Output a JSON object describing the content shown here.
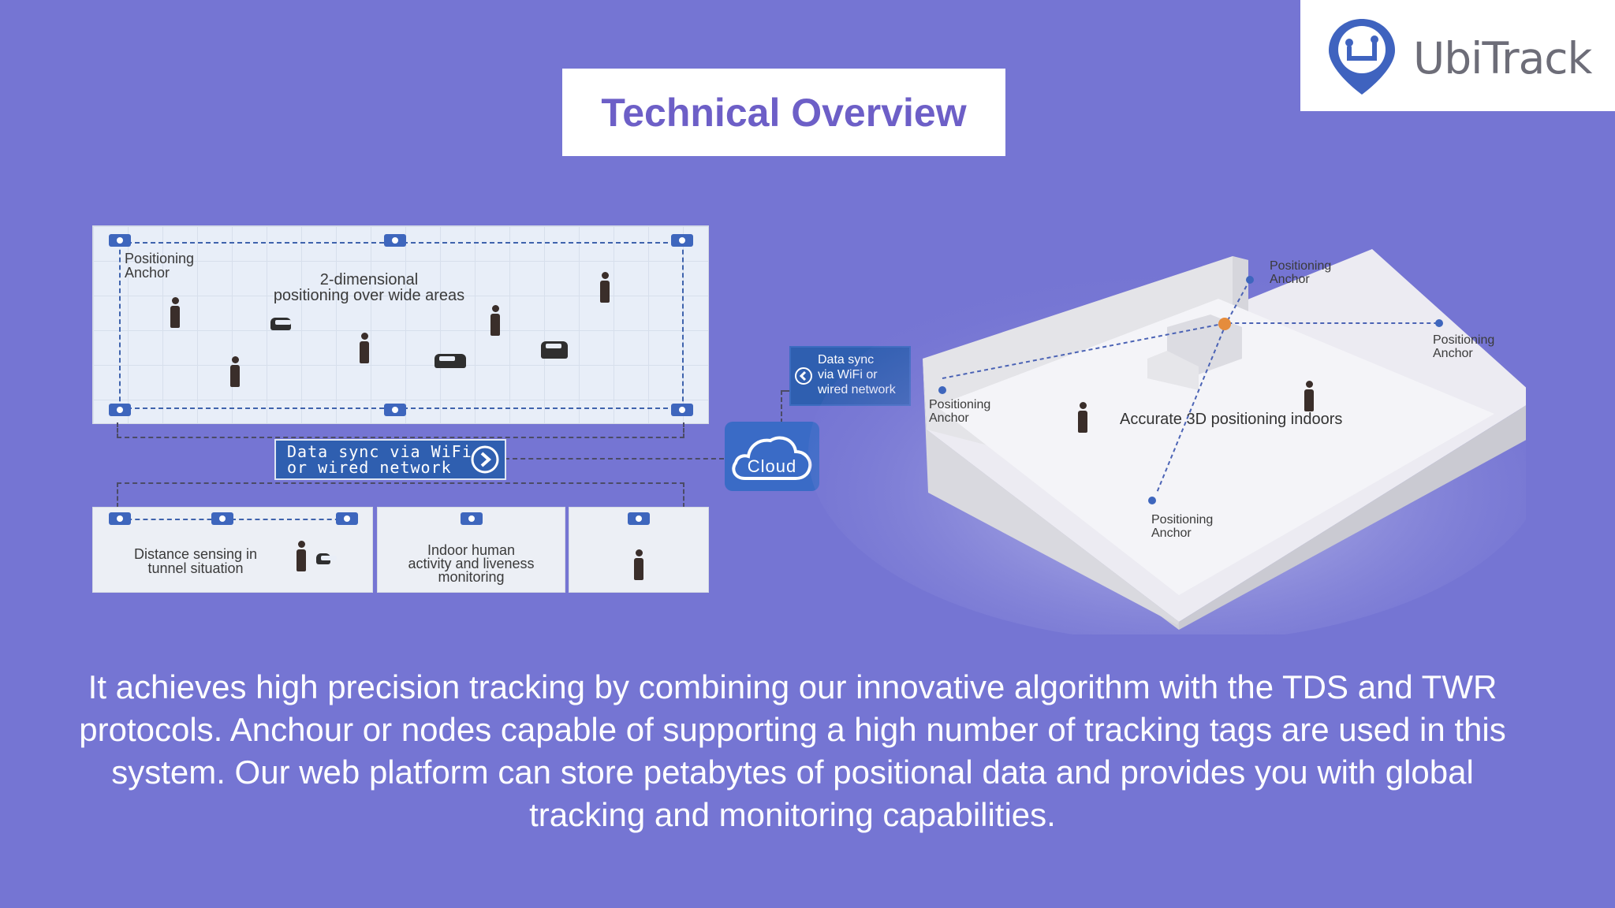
{
  "logo": {
    "text": "UbiTrack",
    "icon": "location-pin-icon",
    "color": "#5f6fb5"
  },
  "title": "Technical Overview",
  "diagram": {
    "grid_panel": {
      "anchor_label": "Positioning\nAnchor",
      "heading": "2-dimensional\npositioning over wide areas"
    },
    "sync_left": "Data sync via WiFi\nor wired network",
    "cloud": "Cloud",
    "sync_right": "Data sync\nvia WiFi or\nwired network",
    "bottom_panels": [
      {
        "label": "Distance sensing in\ntunnel situation"
      },
      {
        "label": "Indoor human\nactivity and liveness\nmonitoring"
      },
      {
        "label": ""
      }
    ],
    "room": {
      "caption": "Accurate 3D positioning indoors",
      "anchor_labels": [
        "Positioning\nAnchor",
        "Positioning\nAnchor",
        "Positioning\nAnchor",
        "Positioning\nAnchor"
      ]
    }
  },
  "description": "It achieves high precision tracking by combining our innovative algorithm with the TDS and TWR protocols. Anchour or nodes capable of supporting a high number of tracking tags are used in this system. Our web platform can store petabytes of positional data and provides you with global tracking and monitoring capabilities.",
  "colors": {
    "background": "#7575d3",
    "title": "#6d5fc7",
    "accent": "#3e66bd"
  }
}
